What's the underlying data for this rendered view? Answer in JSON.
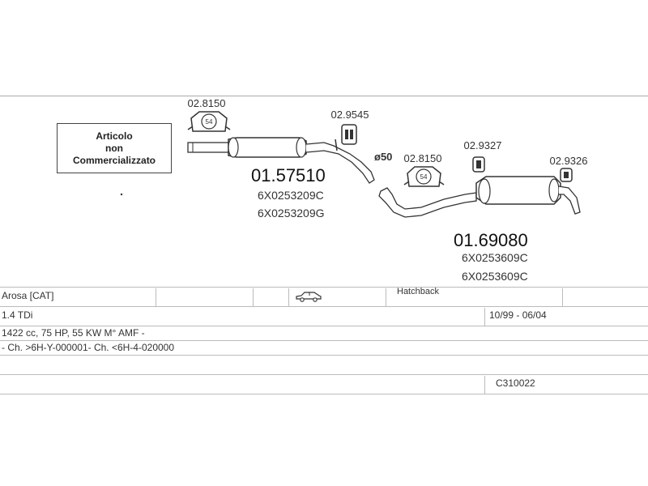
{
  "note": {
    "line1": "Articolo",
    "line2": "non",
    "line3": "Commercializzato"
  },
  "parts": {
    "front_silencer": {
      "number": "01.57510",
      "oe_codes": [
        "6X0253209C",
        "6X0253209G"
      ]
    },
    "rear_silencer": {
      "number": "01.69080",
      "oe_codes": [
        "6X0253609C",
        "6X0253609C"
      ]
    },
    "mounts": {
      "front_clamp": "02.8150",
      "front_clamp_size": "54",
      "front_hanger": "02.9545",
      "rear_clamp": "02.8150",
      "rear_clamp_size": "54",
      "rear_hanger_1": "02.9327",
      "rear_hanger_2": "02.9326"
    },
    "pipe_diameter": "ø50"
  },
  "vehicle": {
    "model": "Arosa [CAT]",
    "body": "Hatchback",
    "engine": "1.4 TDi",
    "years": "10/99 - 06/04",
    "spec": "1422 cc, 75 HP, 55 KW M° AMF -",
    "chassis": "- Ch. >6H-Y-000001- Ch. <6H-4-020000",
    "catalog_code": "C310022"
  },
  "icons": {
    "body_type": "car-icon"
  }
}
